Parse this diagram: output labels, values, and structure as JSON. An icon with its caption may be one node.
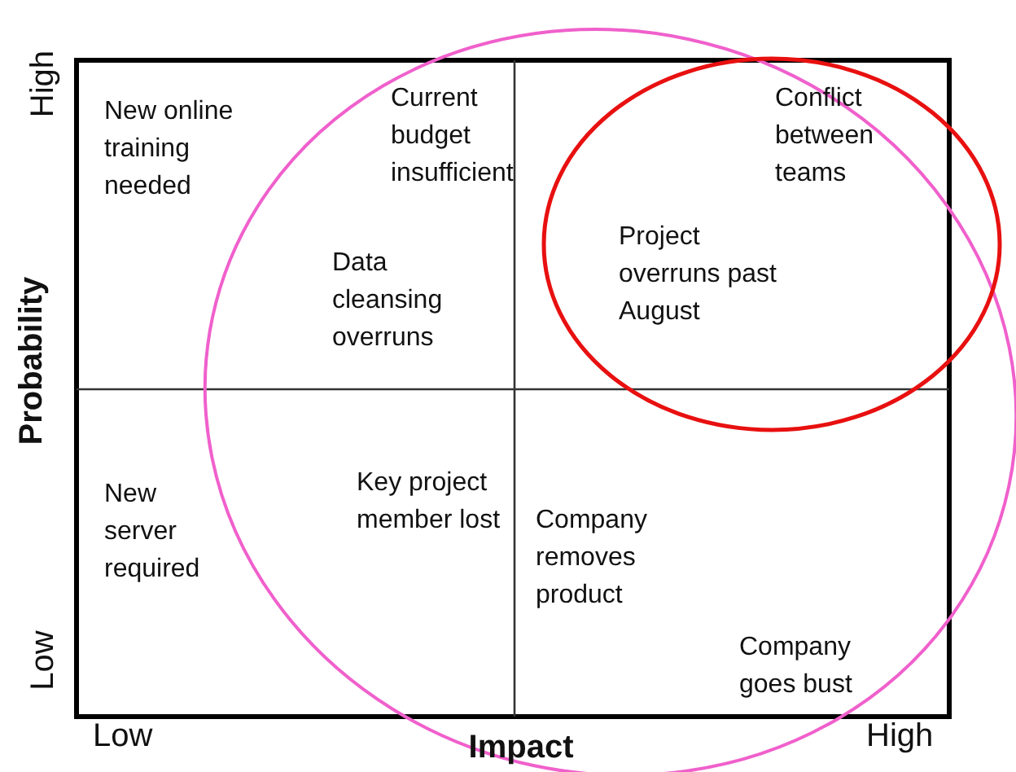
{
  "diagram": {
    "labels": [
      "High",
      "Probability",
      "Low",
      "Low",
      "Impact",
      "High",
      "New online training needed",
      "Current budget insufficient",
      "Conflict between teams",
      "Data cleansing overruns",
      "Project overruns past August",
      "New server required",
      "Key project member lost",
      "Company removes product",
      "Company goes bust"
    ]
  }
}
